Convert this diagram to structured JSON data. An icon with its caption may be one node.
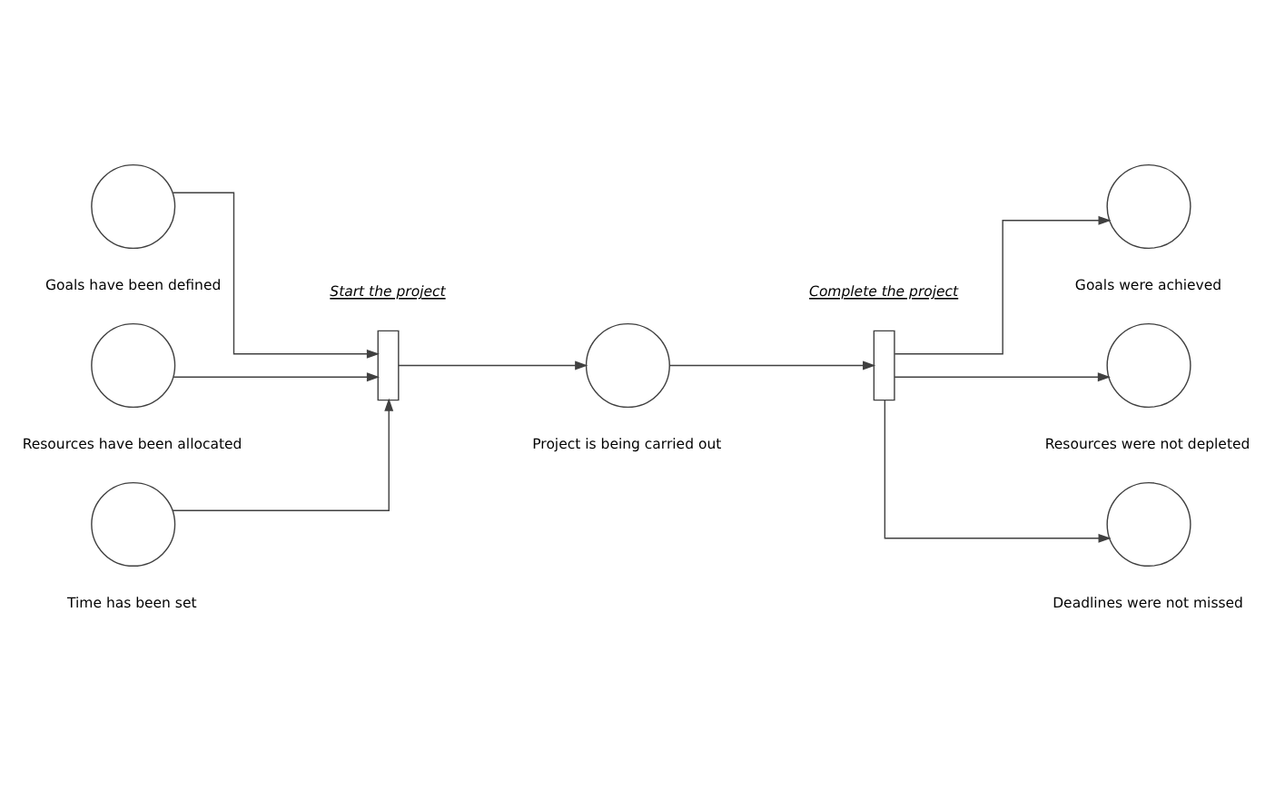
{
  "diagram": {
    "nodes": [
      {
        "text": [],
        "shape": "circle",
        "beside": [
          "Goals have been defined"
        ]
      },
      {
        "text": [],
        "shape": "circle",
        "beside": [
          "Resources have been allocated"
        ]
      },
      {
        "text": [],
        "shape": "circle",
        "beside": [
          "Time has been set"
        ]
      },
      {
        "text": [],
        "shape": "bar",
        "beside": [
          "Start the project"
        ]
      },
      {
        "text": [],
        "shape": "circle",
        "beside": [
          "Project is being carried out"
        ]
      },
      {
        "text": [],
        "shape": "bar",
        "beside": [
          "Complete the project"
        ]
      },
      {
        "text": [],
        "shape": "circle",
        "beside": [
          "Goals were achieved"
        ]
      },
      {
        "text": [],
        "shape": "circle",
        "beside": [
          "Resources were not depleted"
        ]
      },
      {
        "text": [],
        "shape": "circle",
        "beside": [
          "Deadlines were not missed"
        ]
      }
    ],
    "edges": [
      {
        "from": 0,
        "to": 3,
        "arrow": "to"
      },
      {
        "from": 1,
        "to": 3,
        "arrow": "to"
      },
      {
        "from": 2,
        "to": 3,
        "arrow": "to"
      },
      {
        "from": 3,
        "to": 4,
        "arrow": "to"
      },
      {
        "from": 4,
        "to": 5,
        "arrow": "to"
      },
      {
        "from": 5,
        "to": 6,
        "arrow": "to"
      },
      {
        "from": 5,
        "to": 7,
        "arrow": "to"
      },
      {
        "from": 5,
        "to": 8,
        "arrow": "to"
      }
    ]
  }
}
